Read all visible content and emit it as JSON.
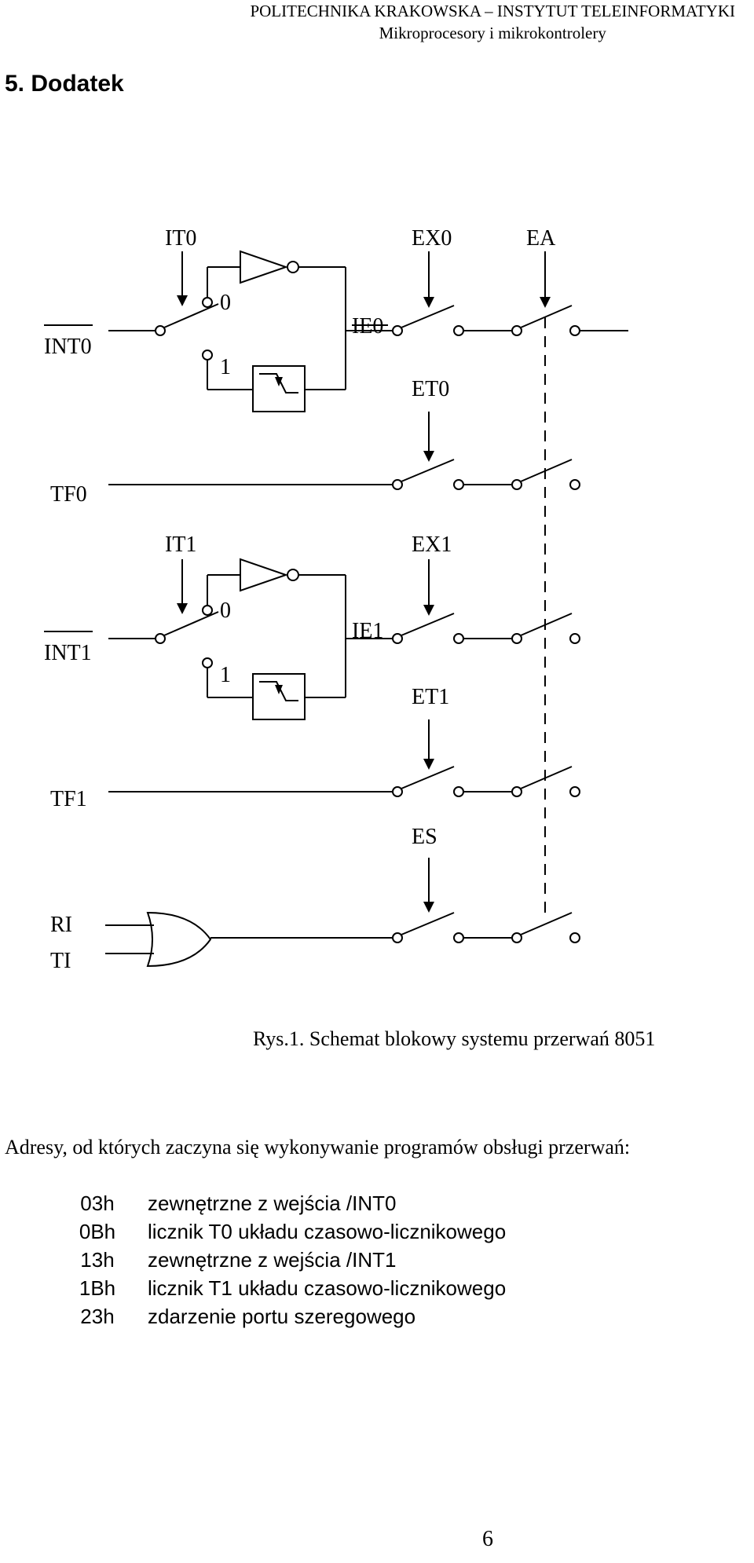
{
  "header": {
    "line1": "POLITECHNIKA KRAKOWSKA – INSTYTUT TELEINFORMATYKI",
    "line2": "Mikroprocesory i mikrokontrolery"
  },
  "section_title": "5. Dodatek",
  "diagram": {
    "labels": {
      "it0": "IT0",
      "ex0": "EX0",
      "ea": "EA",
      "int0": "INT0",
      "zero_a": "0",
      "one_a": "1",
      "ie0": "IE0",
      "et0": "ET0",
      "tf0": "TF0",
      "it1": "IT1",
      "ex1": "EX1",
      "int1": "INT1",
      "zero_b": "0",
      "one_b": "1",
      "ie1": "IE1",
      "et1": "ET1",
      "tf1": "TF1",
      "es": "ES",
      "ri": "RI",
      "ti": "TI"
    }
  },
  "caption": "Rys.1. Schemat blokowy systemu przerwań 8051",
  "intro": "Adresy, od których zaczyna się wykonywanie programów obsługi przerwań:",
  "vectors": [
    {
      "address": "03h",
      "description": "zewnętrzne z wejścia /INT0"
    },
    {
      "address": "0Bh",
      "description": "licznik T0 układu czasowo-licznikowego"
    },
    {
      "address": "13h",
      "description": "zewnętrzne z wejścia /INT1"
    },
    {
      "address": "1Bh",
      "description": "licznik T1 układu czasowo-licznikowego"
    },
    {
      "address": "23h",
      "description": "zdarzenie portu szeregowego"
    }
  ],
  "page_number": "6"
}
